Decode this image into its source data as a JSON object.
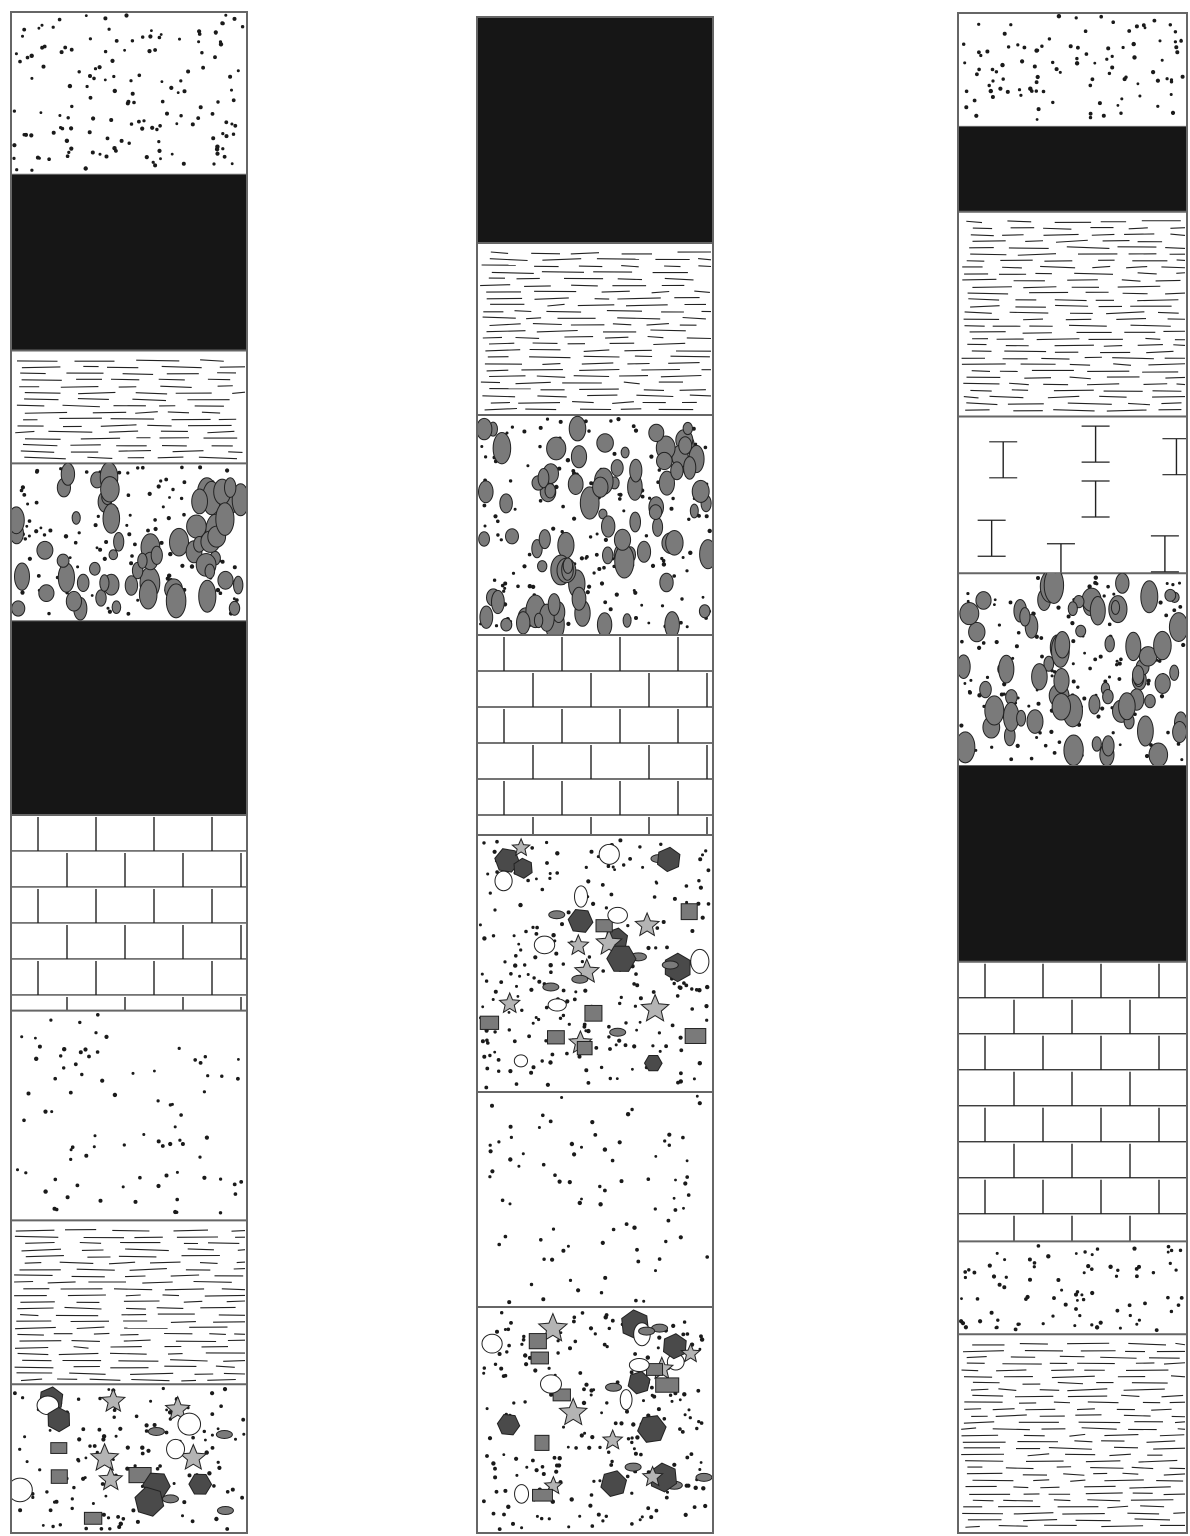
{
  "diagram": {
    "type": "stratigraphic-columns",
    "colors": {
      "coal": "#161616",
      "outline": "#666666",
      "dot": "#1a1a1a",
      "pebble": "#7a7a7a",
      "dark_clast": "#4a4a4a",
      "star_clast": "#b4b4b4",
      "line": "#222222"
    },
    "columns": [
      {
        "name": "column-left",
        "layers": [
          {
            "lithology": "sandstone",
            "rel_thickness": 164
          },
          {
            "lithology": "coal",
            "rel_thickness": 176
          },
          {
            "lithology": "shale",
            "rel_thickness": 113
          },
          {
            "lithology": "pebbly-sandstone",
            "rel_thickness": 158
          },
          {
            "lithology": "coal",
            "rel_thickness": 194
          },
          {
            "lithology": "limestone",
            "rel_thickness": 196
          },
          {
            "lithology": "siltstone",
            "rel_thickness": 210
          },
          {
            "lithology": "shale",
            "rel_thickness": 164
          },
          {
            "lithology": "conglomerate",
            "rel_thickness": 150
          }
        ]
      },
      {
        "name": "column-middle",
        "layers": [
          {
            "lithology": "coal",
            "rel_thickness": 227
          },
          {
            "lithology": "shale",
            "rel_thickness": 172
          },
          {
            "lithology": "pebbly-sandstone",
            "rel_thickness": 220
          },
          {
            "lithology": "limestone",
            "rel_thickness": 200
          },
          {
            "lithology": "conglomerate",
            "rel_thickness": 257
          },
          {
            "lithology": "siltstone",
            "rel_thickness": 215
          },
          {
            "lithology": "conglomerate",
            "rel_thickness": 227
          }
        ]
      },
      {
        "name": "column-right",
        "layers": [
          {
            "lithology": "sandstone",
            "rel_thickness": 115
          },
          {
            "lithology": "coal",
            "rel_thickness": 85
          },
          {
            "lithology": "shale",
            "rel_thickness": 205
          },
          {
            "lithology": "dolomite",
            "rel_thickness": 157
          },
          {
            "lithology": "pebbly-sandstone",
            "rel_thickness": 193
          },
          {
            "lithology": "coal",
            "rel_thickness": 196
          },
          {
            "lithology": "limestone",
            "rel_thickness": 280
          },
          {
            "lithology": "sandstone",
            "rel_thickness": 93
          },
          {
            "lithology": "shale",
            "rel_thickness": 200
          }
        ]
      }
    ]
  }
}
